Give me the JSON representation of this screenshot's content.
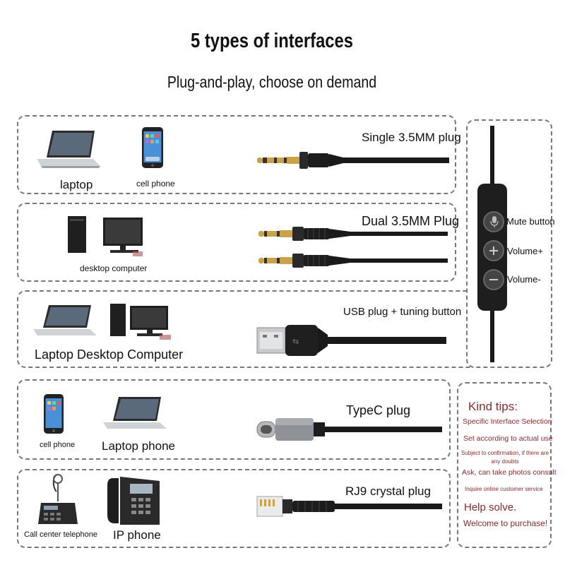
{
  "heading": {
    "title": "5 types of interfaces",
    "subtitle": "Plug-and-play, choose on demand"
  },
  "interfaces": [
    {
      "plug": "Single 3.5MM plug",
      "devices": [
        "laptop",
        "cell phone"
      ]
    },
    {
      "plug": "Dual 3.5MM Plug",
      "devices": [
        "desktop computer"
      ]
    },
    {
      "plug": "USB plug + tuning button",
      "devices": [
        "Laptop Desktop Computer"
      ]
    },
    {
      "plug": "TypeC plug",
      "devices": [
        "cell phone",
        "Laptop phone"
      ]
    },
    {
      "plug": "RJ9 crystal plug",
      "devices": [
        "Call center telephone",
        "IP phone"
      ]
    }
  ],
  "controller": {
    "buttons": [
      {
        "label": "Mute button",
        "icon": "microphone-icon"
      },
      {
        "label": "Volume+",
        "icon": "plus-icon"
      },
      {
        "label": "Volume-",
        "icon": "minus-icon"
      }
    ]
  },
  "tips": {
    "title": "Kind tips:",
    "lines": [
      "Specific Interface Selection",
      "Set according to actual use",
      "Subject to confirmation, if there are any doubts",
      "Ask, can take photos consult",
      "Inquire online customer service",
      "Help solve.",
      "Welcome to purchase!"
    ]
  },
  "colors": {
    "tips_text": "#8a2a2a",
    "panel_border": "#777777",
    "cable": "#1a1a1a",
    "gold": "#c9a24a"
  }
}
